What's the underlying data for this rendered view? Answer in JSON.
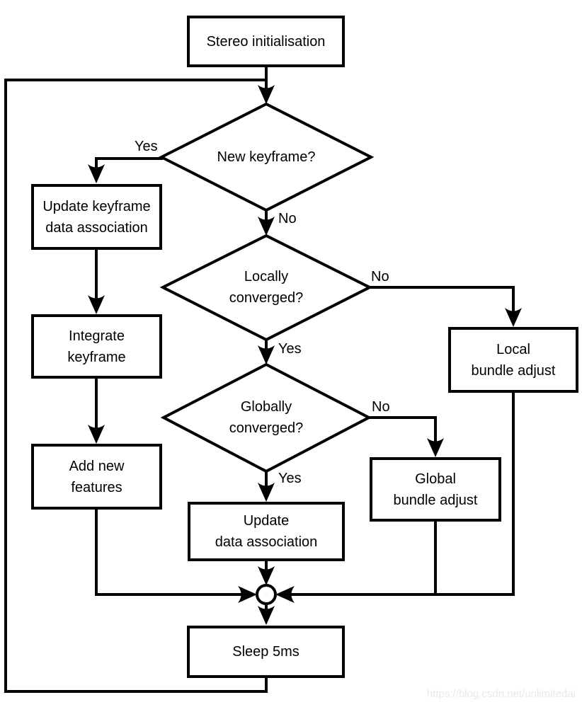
{
  "colors": {
    "line": "#000000",
    "background": "#ffffff",
    "watermark_text": "#e9e9e9"
  },
  "nodes": {
    "stereo_init": "Stereo initialisation",
    "new_keyframe": "New keyframe?",
    "update_keyframe": "Update keyframe\ndata association",
    "locally_converged": "Locally\nconverged?",
    "integrate_keyframe": "Integrate\nkeyframe",
    "local_bundle": "Local\nbundle adjust",
    "globally_converged": "Globally\nconverged?",
    "add_features": "Add new\nfeatures",
    "global_bundle": "Global\nbundle adjust",
    "update_data": "Update\ndata association",
    "sleep": "Sleep 5ms"
  },
  "edge_labels": {
    "new_keyframe_yes": "Yes",
    "new_keyframe_no": "No",
    "locally_no": "No",
    "locally_yes": "Yes",
    "globally_no": "No",
    "globally_yes": "Yes"
  },
  "watermark": "https://blog.csdn.net/unlimitedai"
}
